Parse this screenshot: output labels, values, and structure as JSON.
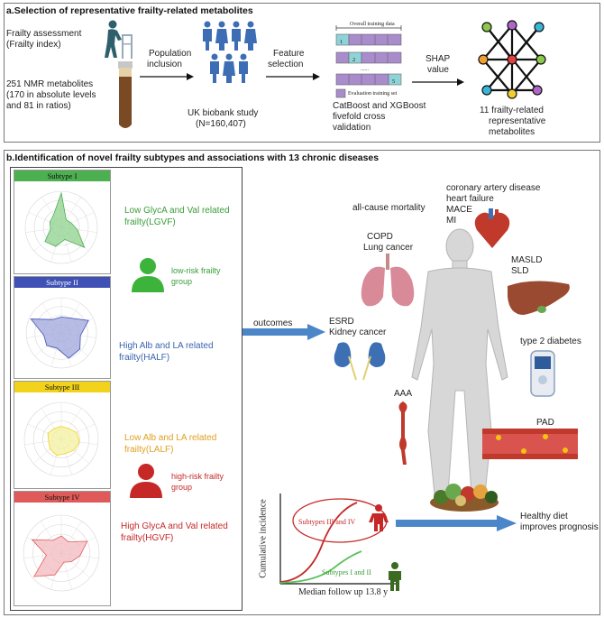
{
  "panel_a": {
    "title": "a.Selection of representative frailty-related metabolites",
    "frailty_assessment": "Frailty assessment",
    "frailty_index": "(Frailty index)",
    "metabolites_line1": "251 NMR metabolites",
    "metabolites_line2": "(170 in absolute levels",
    "metabolites_line3": "and 81 in ratios)",
    "population_line1": "Population",
    "population_line2": "inclusion",
    "biobank_line1": "UK biobank study",
    "biobank_line2": "(N=160,407)",
    "feature_line1": "Feature",
    "feature_line2": "selection",
    "overall_training": "Overall training data",
    "cell1": "1",
    "cell2": "2",
    "dots": "......",
    "cell5": "5",
    "evaluation_set": "Evaluation training set",
    "catboost_line1": "CatBoost and XGBoost",
    "catboost_line2": "fivefold cross",
    "catboost_line3": "validation",
    "shap_line1": "SHAP",
    "shap_line2": "value",
    "result_line1": "11  frailty-related",
    "result_line2": "representative",
    "result_line3": "metabolites"
  },
  "panel_b": {
    "title": "b.Identification of novel frailty subtypes and associations with 13 chronic diseases",
    "subtypes": [
      {
        "header": "Subtype I",
        "label1": "Low GlycA and Val related",
        "label2": "frailty(LGVF)",
        "color": "#4caf50",
        "fill": "#8fd18f"
      },
      {
        "header": "Subtype II",
        "label1": "High Alb and LA related",
        "label2": "frailty(HALF)",
        "color": "#3f51b5",
        "fill": "#9fa5dc"
      },
      {
        "header": "Subtype III",
        "label1": "Low Alb and LA related",
        "label2": "frailty(LALF)",
        "color": "#f2d21b",
        "fill": "#f4f0a0"
      },
      {
        "header": "Subtype IV",
        "label1": "High GlycA and Val related",
        "label2": "frailty(HGVF)",
        "color": "#e05a5a",
        "fill": "#f3b9bf"
      }
    ],
    "low_risk_line1": "low-risk frailty",
    "low_risk_line2": "group",
    "high_risk_line1": "high-risk frailty",
    "high_risk_line2": "group",
    "outcomes": "outcomes",
    "all_cause": "all-cause mortality",
    "cad": "coronary artery disease",
    "heart_failure": "heart failure",
    "mace": "MACE",
    "mi": "MI",
    "copd": "COPD",
    "lung_cancer": "Lung cancer",
    "masld": "MASLD",
    "sld": "SLD",
    "esrd": "ESRD",
    "kidney_cancer": "Kidney cancer",
    "t2d": "type 2 diabetes",
    "aaa": "AAA",
    "pad": "PAD",
    "curve_y": "Cumulative incidence",
    "curve_x": "Median follow up 13.8 y",
    "curve_high": "Subtypes III and IV",
    "curve_low": "Subtypes I and II",
    "diet_line1": "Healthy diet",
    "diet_line2": "improves prognosis",
    "colors": {
      "green": "#3a9d3a",
      "blue": "#3a63b0",
      "orange": "#e0a020",
      "red": "#c62828",
      "arrow": "#4a86c8"
    }
  }
}
